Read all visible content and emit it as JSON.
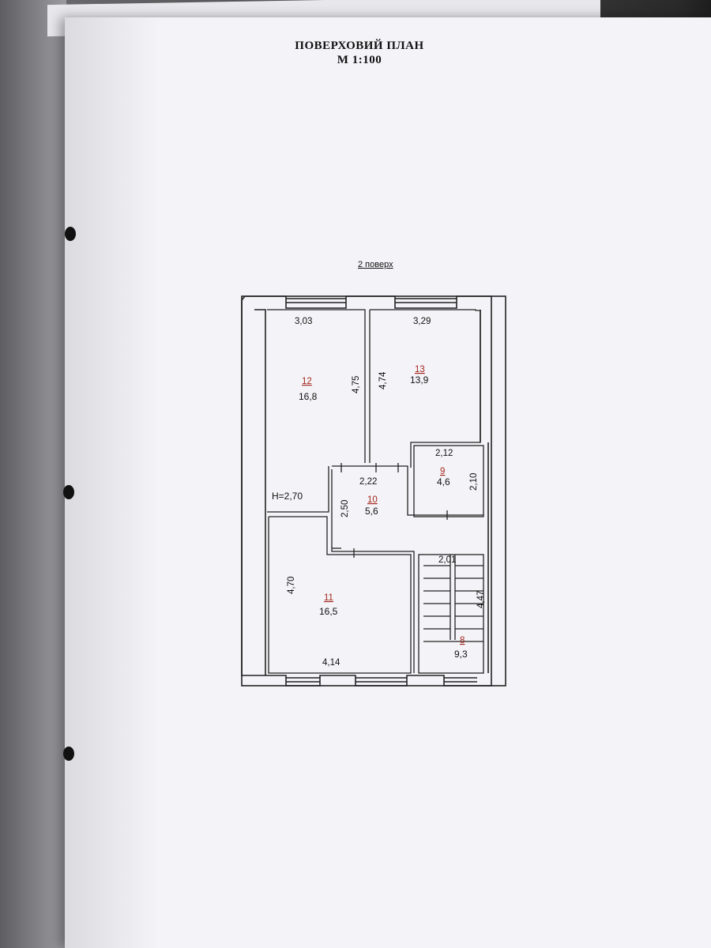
{
  "document": {
    "title": "ПОВЕРХОВИЙ ПЛАН",
    "scale": "М 1:100",
    "floor_label": "2 поверх",
    "ceiling_height": "H=2,70"
  },
  "rooms": [
    {
      "number": "12",
      "area": "16,8",
      "width": "3,03",
      "length": "4,75"
    },
    {
      "number": "13",
      "area": "13,9",
      "width": "3,29",
      "length": "4,74"
    },
    {
      "number": "9",
      "area": "4,6",
      "width": "2,12",
      "length": "2,10"
    },
    {
      "number": "10",
      "area": "5,6",
      "width": "2,22",
      "length": "2,50"
    },
    {
      "number": "11",
      "area": "16,5",
      "width": "4,14",
      "length": "4,70"
    },
    {
      "number": "8",
      "area": "9,3",
      "width": "2,01",
      "length": "4,47"
    }
  ]
}
